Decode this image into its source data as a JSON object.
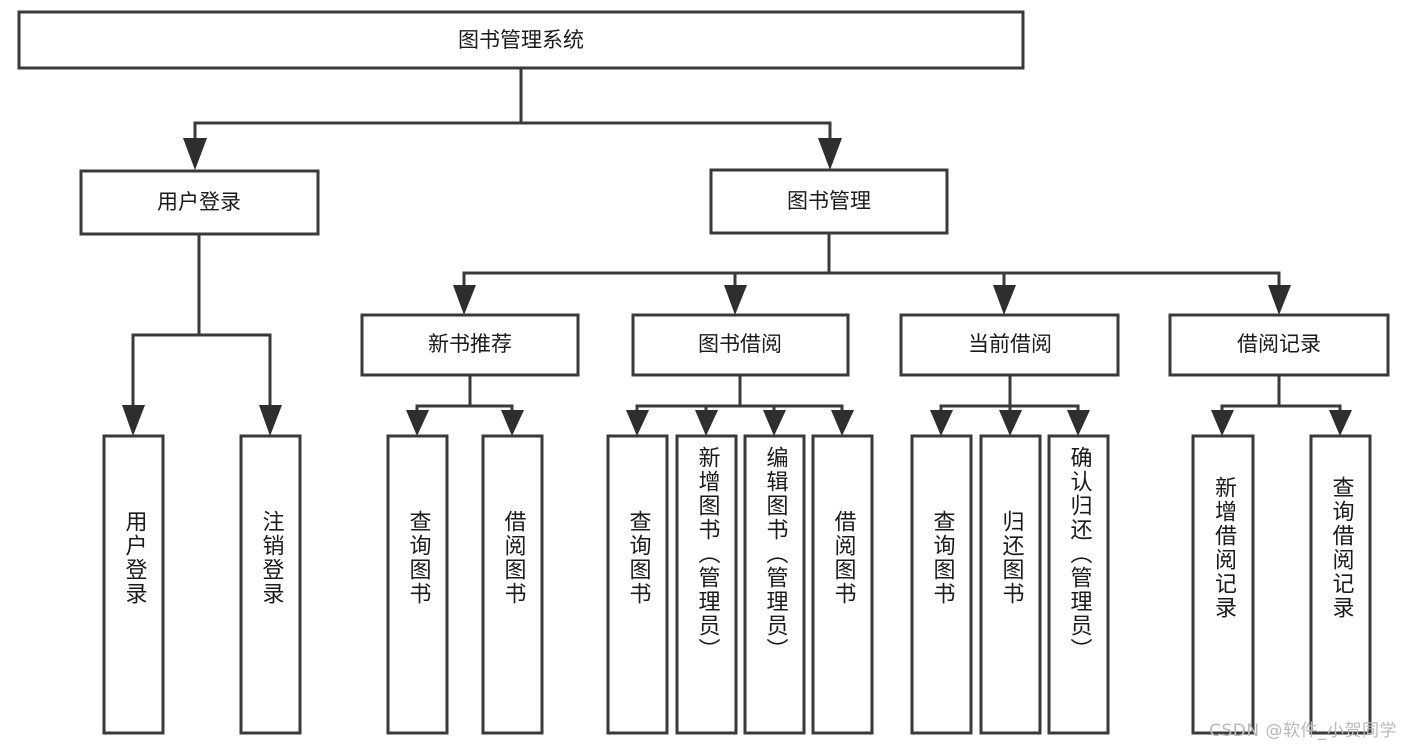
{
  "diagram": {
    "title": "图书管理系统",
    "watermark": "CSDN @软件_小贺同学",
    "root": {
      "label": "图书管理系统"
    },
    "level1": [
      {
        "label": "用户登录"
      },
      {
        "label": "图书管理"
      }
    ],
    "level2": [
      {
        "label": "新书推荐"
      },
      {
        "label": "图书借阅"
      },
      {
        "label": "当前借阅"
      },
      {
        "label": "借阅记录"
      }
    ],
    "leaves": {
      "user_login": [
        {
          "label": "用户登录"
        },
        {
          "label": "注销登录"
        }
      ],
      "new_book_recommend": [
        {
          "label": "查询图书"
        },
        {
          "label": "借阅图书"
        }
      ],
      "book_borrow": [
        {
          "label": "查询图书"
        },
        {
          "label": "新增图书（管理员）"
        },
        {
          "label": "编辑图书（管理员）"
        },
        {
          "label": "借阅图书"
        }
      ],
      "current_borrow": [
        {
          "label": "查询图书"
        },
        {
          "label": "归还图书"
        },
        {
          "label": "确认归还（管理员）"
        }
      ],
      "borrow_record": [
        {
          "label": "新增借阅记录"
        },
        {
          "label": "查询借阅记录"
        }
      ]
    },
    "colors": {
      "box_stroke": "#3a3a3a",
      "connector": "#3a3a3a",
      "text": "#1b1b1b",
      "background": "#ffffff",
      "watermark": "#b9b9b9"
    }
  }
}
